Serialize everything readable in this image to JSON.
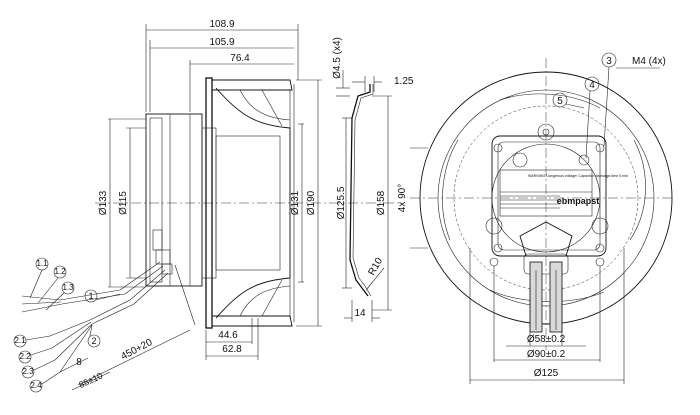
{
  "side_view": {
    "dims": {
      "total_width": "108.9",
      "width_105": "105.9",
      "impeller_width": "76.4",
      "dia_133": "Ø133",
      "dia_115": "Ø115",
      "dia_131": "Ø131",
      "dia_190": "Ø190",
      "w_446": "44.6",
      "w_628": "62.8"
    },
    "callouts": {
      "c1_1": "1.1",
      "c1_2": "1.2",
      "c1_3": "1.3",
      "c1": "1",
      "c2_1": "2.1",
      "c2_2": "2.2",
      "c2_3": "2.3",
      "c2_4": "2.4",
      "c2": "2"
    },
    "cable": {
      "len_8": "8",
      "len_85": "85±10",
      "len_450": "450+20"
    }
  },
  "section_view": {
    "dims": {
      "hole_dia": "Ø4.5 (x4)",
      "thickness": "1.25",
      "dia_1255": "Ø125.5",
      "dia_158": "Ø158",
      "radius": "R10",
      "depth": "14"
    }
  },
  "front_view": {
    "dims": {
      "angle": "4x 90°",
      "thread": "M4 (4x)",
      "dia_58": "Ø58±0.2",
      "dia_90": "Ø90±0.2",
      "dia_125": "Ø125"
    },
    "callouts": {
      "c3": "3",
      "c4": "4",
      "c5": "5"
    },
    "label": {
      "warning": "WARNING Dangerous voltage! Capacitor discharge-time 5 min",
      "brand": "ebmpapst"
    }
  }
}
